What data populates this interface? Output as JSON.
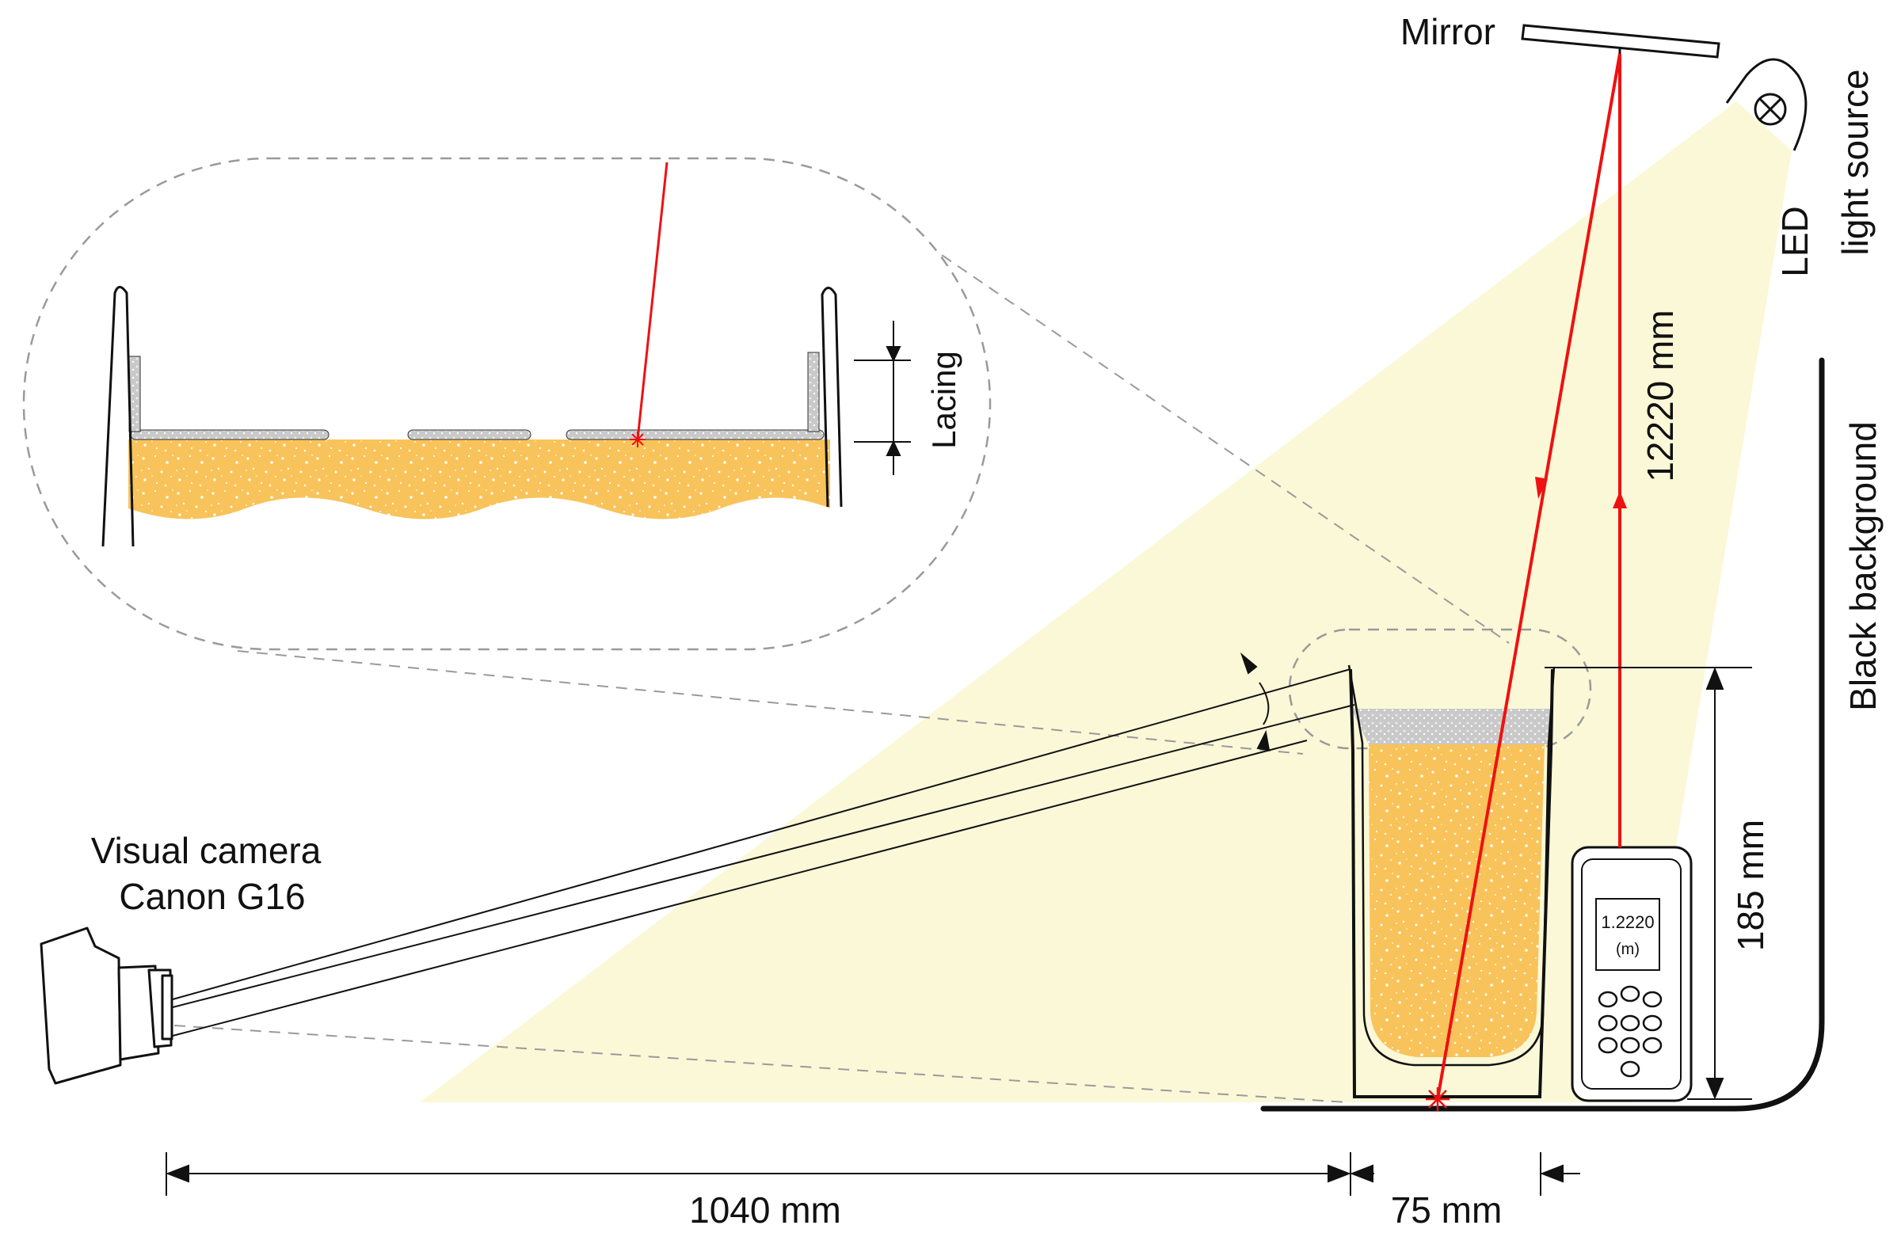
{
  "labels": {
    "mirror": "Mirror",
    "led_line1": "LED",
    "led_line2": "light source",
    "black_background": "Black background",
    "lacing": "Lacing",
    "camera_line1": "Visual camera",
    "camera_line2": "Canon G16",
    "dim_mirror_height": "12220 mm",
    "dim_glass_height": "185 mm",
    "dim_camera_distance": "1040 mm",
    "dim_glass_width": "75 mm",
    "meter_reading": "1.2220",
    "meter_unit": "(m)"
  },
  "colors": {
    "laser": "#ee1111",
    "beer": "#f8c35a",
    "light_cone": "#fbf8d8",
    "foam": "#c8c8c8",
    "outline": "#111111",
    "callout_dash": "#9a9a9a"
  }
}
